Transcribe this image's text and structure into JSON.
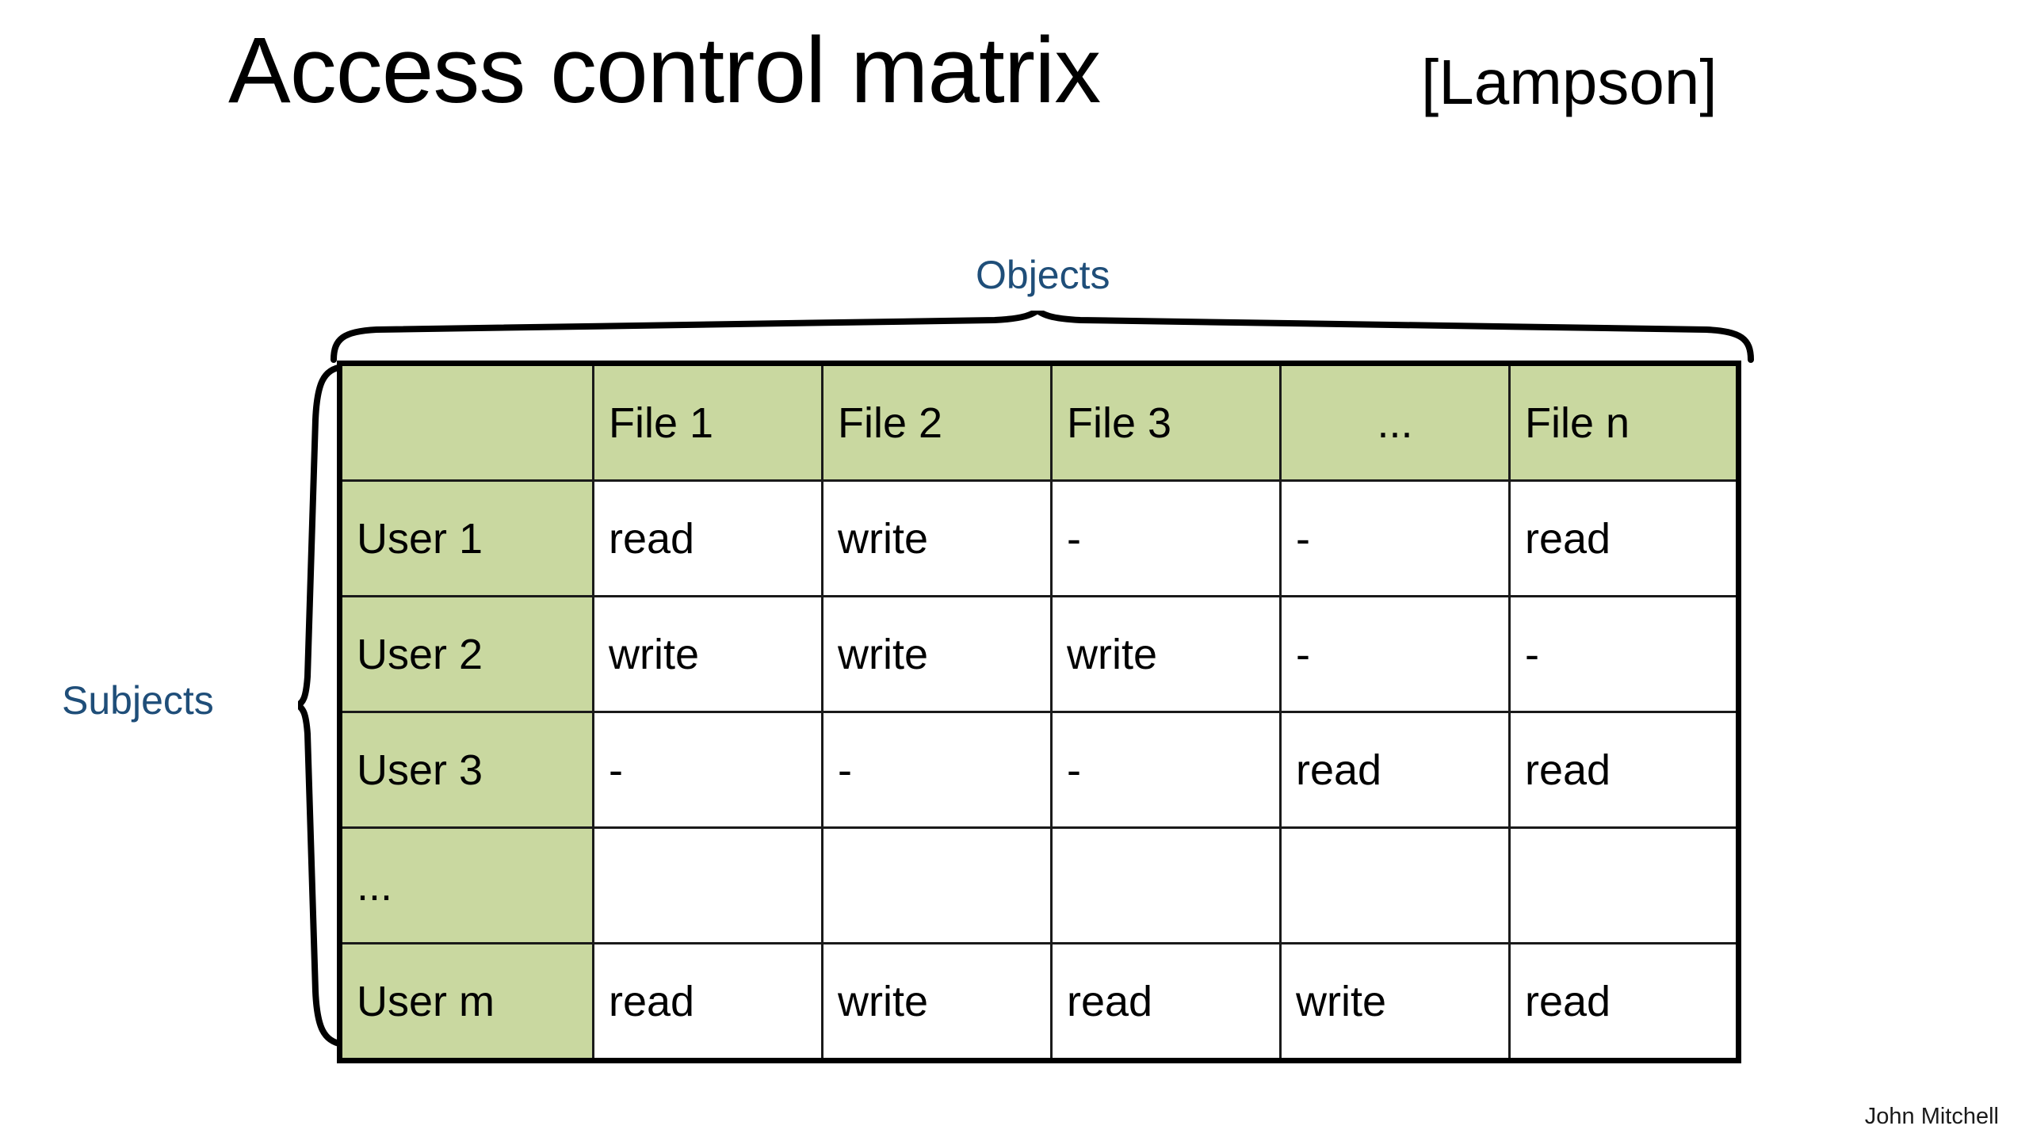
{
  "slide": {
    "title": "Access control matrix",
    "citation": "[Lampson]",
    "footer_author": "John Mitchell",
    "accent_color": "#1F4E79",
    "header_fill_color": "#C9D8A0",
    "border_color": "#000000",
    "background_color": "#FFFFFF"
  },
  "labels": {
    "objects": "Objects",
    "subjects": "Subjects"
  },
  "chart_data": {
    "type": "table",
    "title": "Access control matrix",
    "xlabel": "Objects",
    "ylabel": "Subjects",
    "corner_header": "",
    "columns": [
      "",
      "File 1",
      "File 2",
      "File 3",
      "...",
      "File n"
    ],
    "row_headers": [
      "User 1",
      "User 2",
      "User 3",
      "...",
      "User m"
    ],
    "rows": [
      {
        "label": "User 1",
        "cells": [
          "read",
          "write",
          "-",
          "-",
          "read"
        ]
      },
      {
        "label": "User 2",
        "cells": [
          "write",
          "write",
          "write",
          "-",
          "-"
        ]
      },
      {
        "label": "User 3",
        "cells": [
          "-",
          "-",
          "-",
          "read",
          "read"
        ]
      },
      {
        "label": "...",
        "cells": [
          "",
          "",
          "",
          "",
          ""
        ]
      },
      {
        "label": "User m",
        "cells": [
          "read",
          "write",
          "read",
          "write",
          "read"
        ]
      }
    ]
  }
}
